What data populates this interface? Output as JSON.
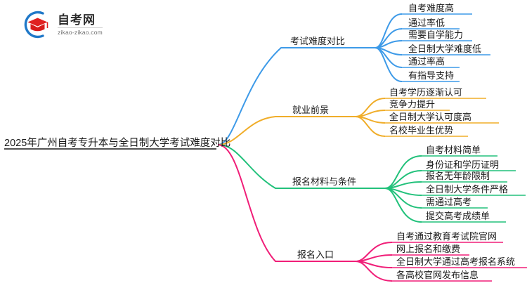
{
  "logo": {
    "name_cn": "自考网",
    "name_en": "zikao-zikao.com",
    "mark_icon": "graduation-cap-icon",
    "arc_color": "#1f78c8",
    "cap_color": "#e02020"
  },
  "mindmap": {
    "root": {
      "label": "2025年广州自考专升本与全日制大学考试难度对比"
    },
    "branches": [
      {
        "label": "考试难度对比",
        "color": "#3d9ae8",
        "children": [
          "自考难度高",
          "通过率低",
          "需要自学能力",
          "全日制大学难度低",
          "通过率高",
          "有指导支持"
        ]
      },
      {
        "label": "就业前景",
        "color": "#f0ad29",
        "children": [
          "自考学历逐渐认可",
          "竞争力提升",
          "全日制大学认可度高",
          "名校毕业生优势"
        ]
      },
      {
        "label": "报名材料与条件",
        "color": "#22c17b",
        "children": [
          "自考材料简单",
          "身份证和学历证明",
          "报名无年龄限制",
          "全日制大学条件严格",
          "需通过高考",
          "提交高考成绩单"
        ]
      },
      {
        "label": "报名入口",
        "color": "#f01e78",
        "children": [
          "自考通过教育考试院官网",
          "网上报名和缴费",
          "全日制大学通过高考报名系统",
          "各高校官网发布信息"
        ]
      }
    ]
  }
}
